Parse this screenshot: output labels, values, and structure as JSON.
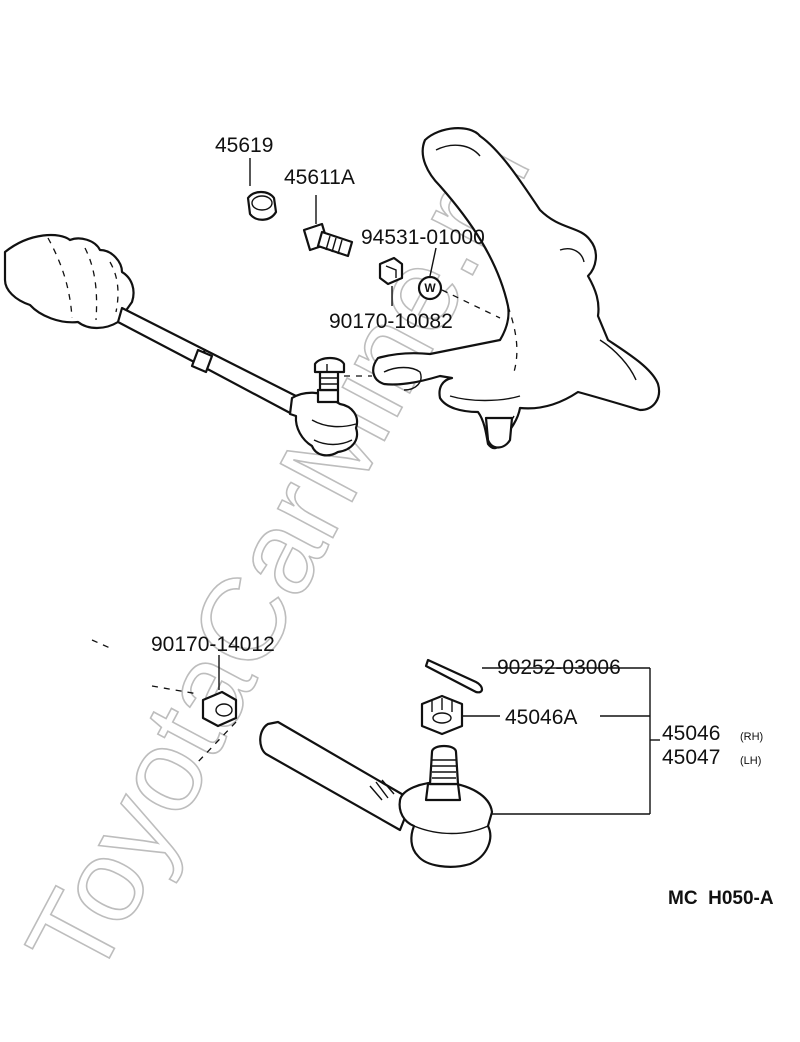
{
  "watermark": "ToyotaCarMine.ru",
  "diagram_code": "MC  H050-A",
  "labels": {
    "p45619": "45619",
    "p45611A": "45611A",
    "p94531": "94531-01000",
    "washer_symbol": "W",
    "p90170_10082": "90170-10082",
    "p90170_14012": "90170-14012",
    "p90252": "90252-03006",
    "p45046A": "45046A",
    "p45046": "45046",
    "p45046_side": "(RH)",
    "p45047": "45047",
    "p45047_side": "(LH)"
  }
}
